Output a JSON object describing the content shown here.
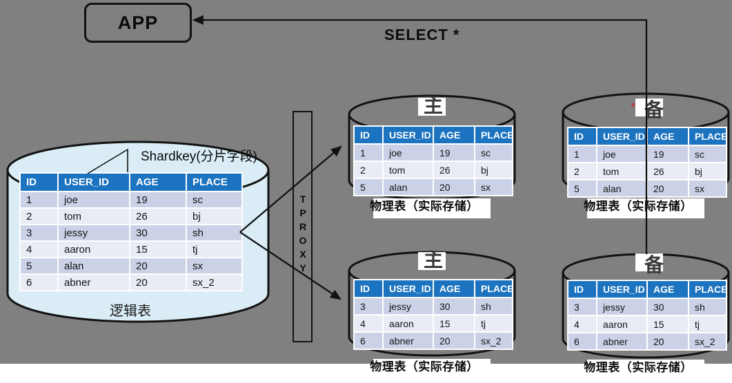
{
  "app_label": "APP",
  "query_label": "SELECT *",
  "proxy_label": "TPROXY",
  "logical_table": {
    "annotation": "Shardkey(分片字段)",
    "caption": "逻辑表",
    "headers": [
      "ID",
      "USER_ID",
      "AGE",
      "PLACE"
    ],
    "rows": [
      [
        "1",
        "joe",
        "19",
        "sc"
      ],
      [
        "2",
        "tom",
        "26",
        "bj"
      ],
      [
        "3",
        "jessy",
        "30",
        "sh"
      ],
      [
        "4",
        "aaron",
        "15",
        "tj"
      ],
      [
        "5",
        "alan",
        "20",
        "sx"
      ],
      [
        "6",
        "abner",
        "20",
        "sx_2"
      ]
    ]
  },
  "physical_tables": [
    {
      "role": "主",
      "caption": "物理表（实际存储）",
      "headers": [
        "ID",
        "USER_ID",
        "AGE",
        "PLACE"
      ],
      "rows": [
        [
          "1",
          "joe",
          "19",
          "sc"
        ],
        [
          "2",
          "tom",
          "26",
          "bj"
        ],
        [
          "5",
          "alan",
          "20",
          "sx"
        ]
      ]
    },
    {
      "role": "备",
      "red_mark": "=",
      "caption": "物理表（实际存储）",
      "headers": [
        "ID",
        "USER_ID",
        "AGE",
        "PLACE"
      ],
      "rows": [
        [
          "1",
          "joe",
          "19",
          "sc"
        ],
        [
          "2",
          "tom",
          "26",
          "bj"
        ],
        [
          "5",
          "alan",
          "20",
          "sx"
        ]
      ]
    },
    {
      "role": "主",
      "caption": "物理表（实际存储）",
      "headers": [
        "ID",
        "USER_ID",
        "AGE",
        "PLACE"
      ],
      "rows": [
        [
          "3",
          "jessy",
          "30",
          "sh"
        ],
        [
          "4",
          "aaron",
          "15",
          "tj"
        ],
        [
          "6",
          "abner",
          "20",
          "sx_2"
        ]
      ]
    },
    {
      "role": "备",
      "caption": "物理表（实际存储）",
      "headers": [
        "ID",
        "USER_ID",
        "AGE",
        "PLACE"
      ],
      "rows": [
        [
          "3",
          "jessy",
          "30",
          "sh"
        ],
        [
          "4",
          "aaron",
          "15",
          "tj"
        ],
        [
          "6",
          "abner",
          "20",
          "sx_2"
        ]
      ]
    }
  ],
  "colors": {
    "background": "#808080",
    "table_header_blue": "#1C73BF",
    "row_odd": "#CBD2E8",
    "row_even": "#E9EBF5",
    "logical_cylinder_fill": "#DAEDF6",
    "line_black": "#111111",
    "role_char_gray": "#3A3A3A",
    "red_mark": "#E00000"
  }
}
